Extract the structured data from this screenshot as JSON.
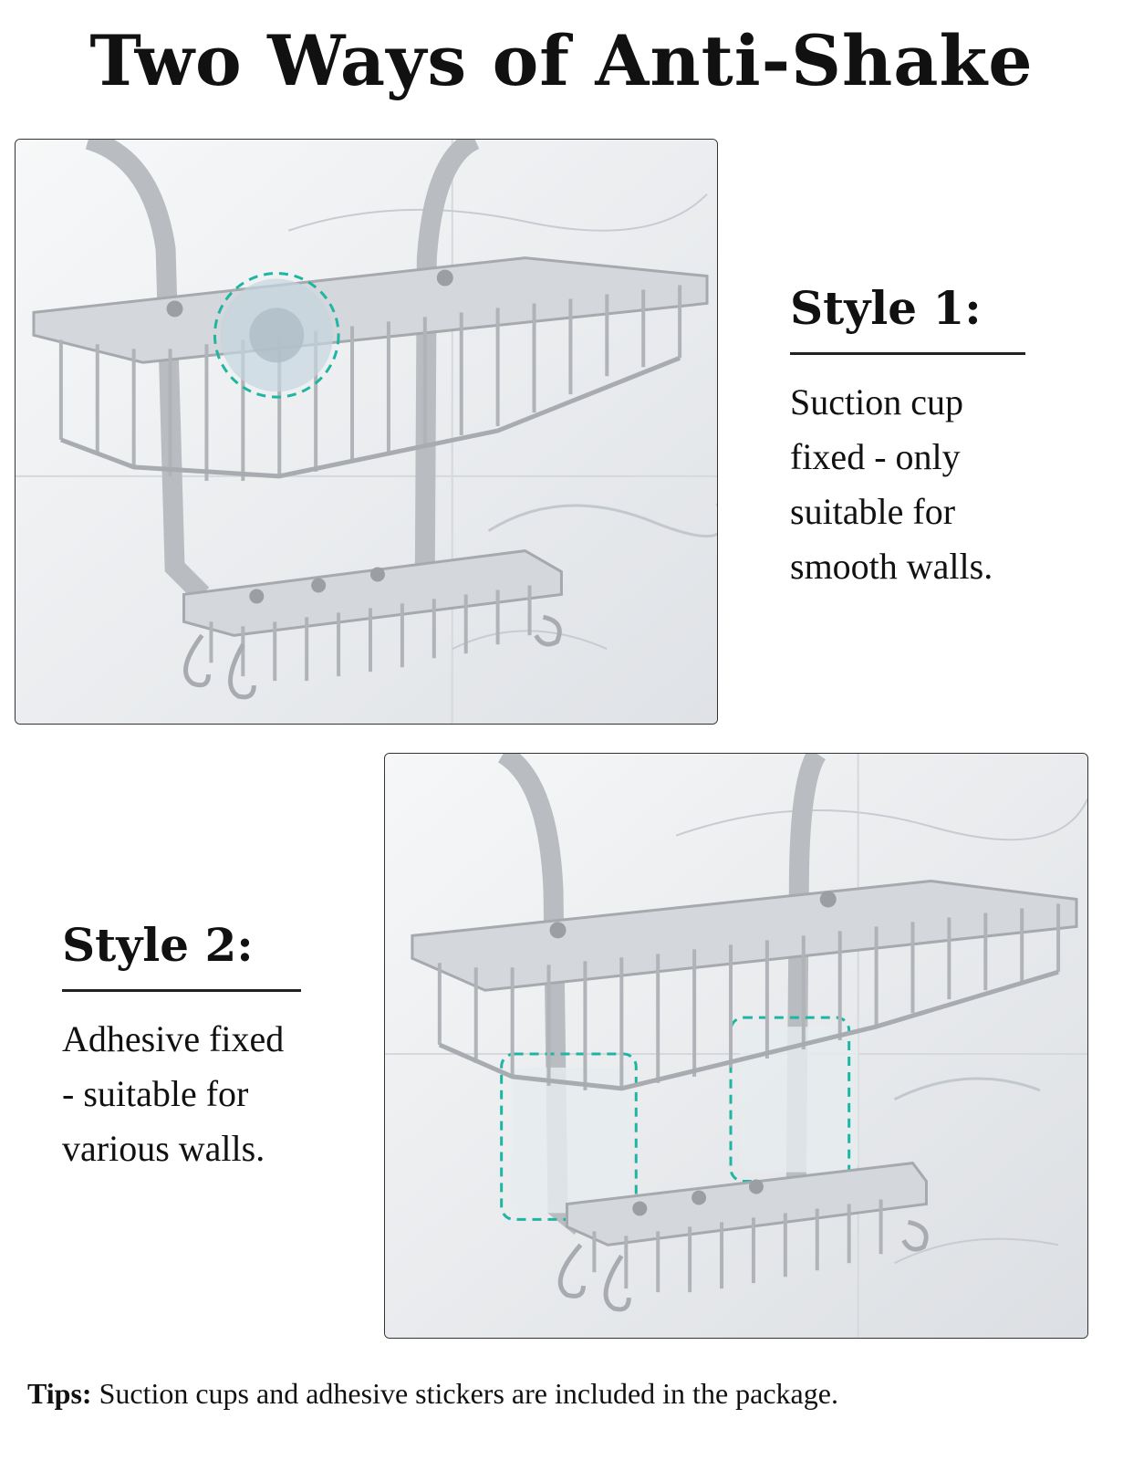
{
  "title": "Two Ways of Anti-Shake",
  "style1": {
    "heading": "Style 1:",
    "description": "Suction cup fixed - only suitable for smooth walls."
  },
  "style2": {
    "heading": "Style 2:",
    "description": "Adhesive fixed - suitable for various walls."
  },
  "tips": {
    "label": "Tips:",
    "text": "Suction cups and adhesive stickers are included in the package."
  },
  "colors": {
    "highlight_dash": "#1fb5a3",
    "metal": "#b9bcc0",
    "wall": "#eef0f2"
  }
}
